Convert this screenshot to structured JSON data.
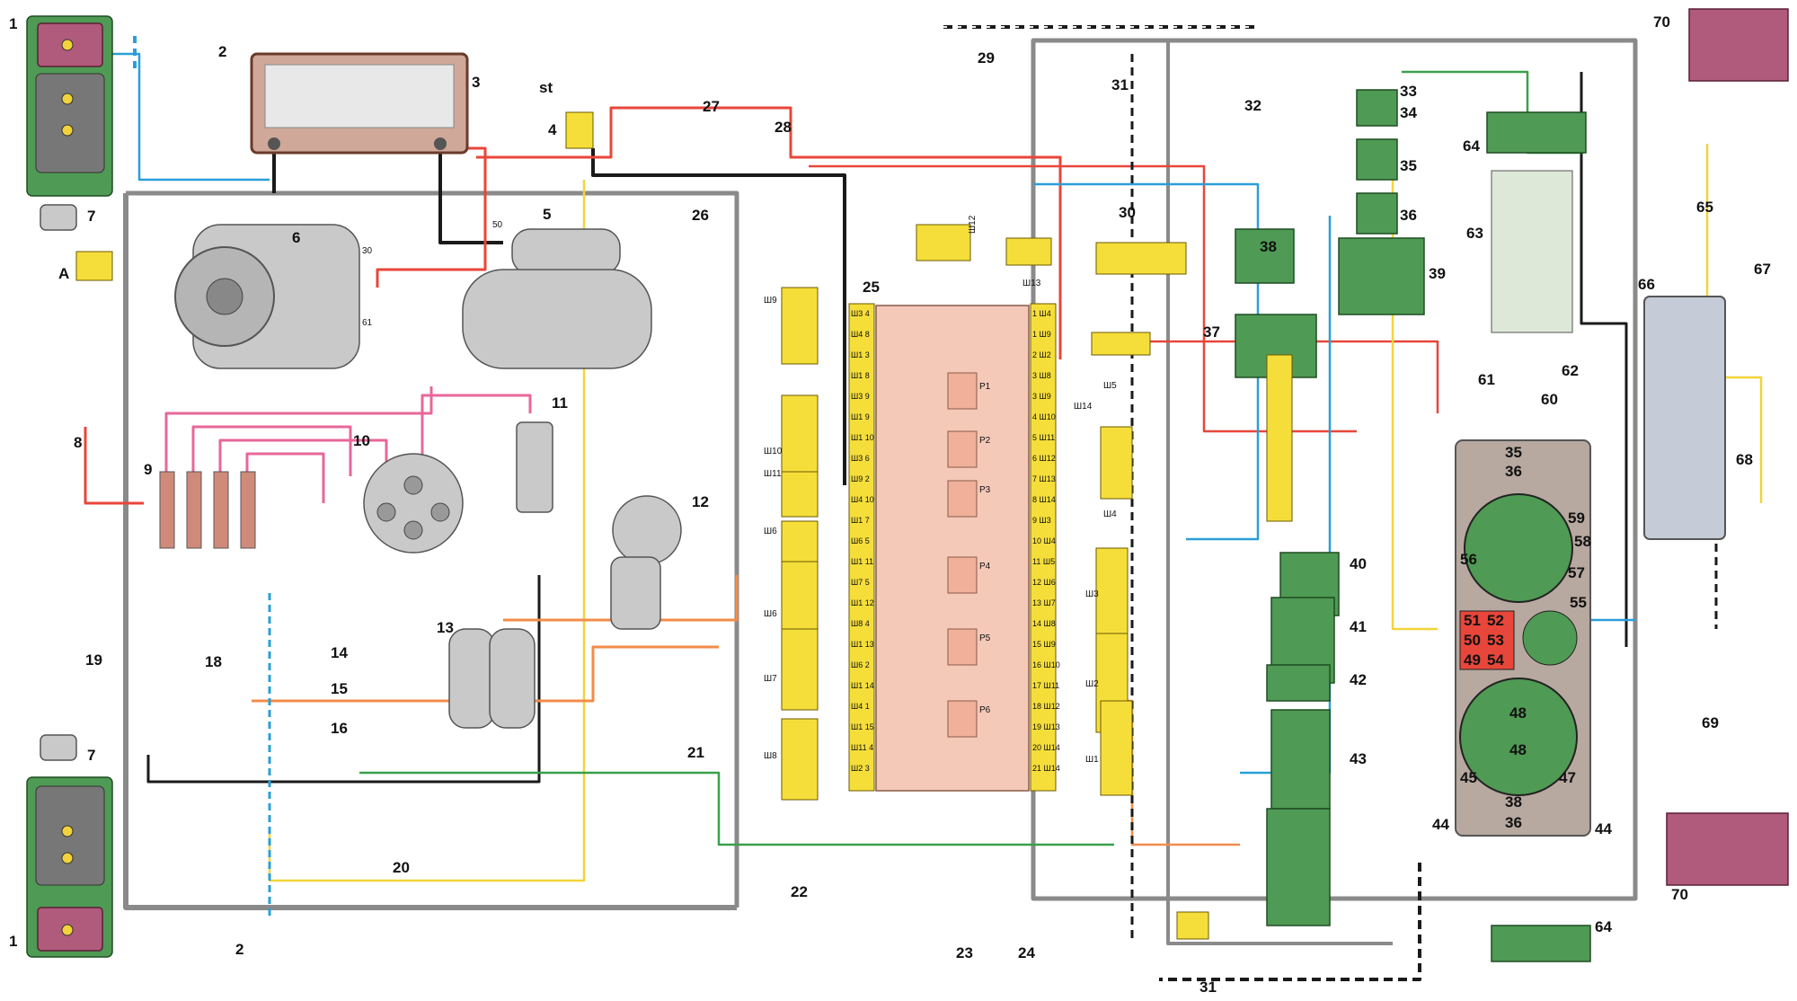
{
  "diagram": {
    "component_numbers": [
      "1",
      "2",
      "3",
      "st",
      "4",
      "27",
      "28",
      "29",
      "31",
      "33",
      "32",
      "34",
      "35",
      "36",
      "70",
      "64",
      "5",
      "50",
      "26",
      "30",
      "6",
      "30",
      "61",
      "A",
      "7",
      "25",
      "38",
      "39",
      "63",
      "65",
      "66",
      "67",
      "8",
      "9",
      "10",
      "11",
      "12",
      "37",
      "61",
      "62",
      "60",
      "68",
      "13",
      "14",
      "15",
      "16",
      "19",
      "18",
      "21",
      "20",
      "22",
      "23",
      "24",
      "40",
      "41",
      "42",
      "43",
      "56",
      "55",
      "59",
      "58",
      "57",
      "51",
      "52",
      "50",
      "53",
      "49",
      "54",
      "48",
      "48",
      "45",
      "47",
      "38",
      "36",
      "44",
      "44",
      "69",
      "70",
      "64",
      "31",
      "7",
      "1",
      "2",
      "35",
      "36"
    ],
    "terminals": {
      "gen_30": "30",
      "gen_61": "61",
      "starter_50": "50",
      "connector_a": "A"
    },
    "connector_labels": [
      "Ш9",
      "Ш10",
      "Ш11",
      "Ш6",
      "Ш6",
      "Ш7",
      "Ш8",
      "Ш12",
      "Ш13",
      "Ш5",
      "Ш14",
      "Ш4",
      "Ш3",
      "Ш2",
      "Ш1"
    ],
    "relays": [
      "Р1",
      "Р2",
      "Р3",
      "Р4",
      "Р5",
      "Р6"
    ],
    "fuse_block_left_pins": [
      "Ш3 4",
      "Ш4 8",
      "Ш1 3",
      "Ш1 8",
      "Ш3 9",
      "Ш1 9",
      "Ш1 10",
      "Ш3 6",
      "Ш9 2",
      "Ш4 10",
      "Ш1 7",
      "Ш6 5",
      "Ш1 11",
      "Ш7 5",
      "Ш1 12",
      "Ш8 4",
      "Ш1 13",
      "Ш6 2",
      "Ш1 14",
      "Ш4 1",
      "Ш1 15",
      "Ш11 4",
      "Ш2 3"
    ],
    "fuse_block_right_pins": [
      "1 Ш4",
      "1 Ш9",
      "2 Ш2",
      "3 Ш8",
      "3 Ш9",
      "4 Ш10",
      "5 Ш11",
      "6 Ш12",
      "7 Ш13",
      "8 Ш14",
      "9 Ш3",
      "10 Ш4",
      "11 Ш5",
      "12 Ш6",
      "13 Ш7",
      "14 Ш8",
      "15 Ш9",
      "16 Ш10",
      "17 Ш11",
      "18 Ш12",
      "19 Ш13",
      "20 Ш14",
      "21 Ш14"
    ],
    "colors": {
      "red": "#e8463a",
      "black": "#1a1a1a",
      "blue": "#2a9fd8",
      "yellow": "#f2d43a",
      "orange": "#f28c4a",
      "pink": "#e8679a",
      "green": "#3aa04a",
      "grey": "#8a8a8a",
      "brown": "#8a4a2a",
      "connector": "#f6de3a",
      "module_green": "#4f9a54"
    }
  }
}
